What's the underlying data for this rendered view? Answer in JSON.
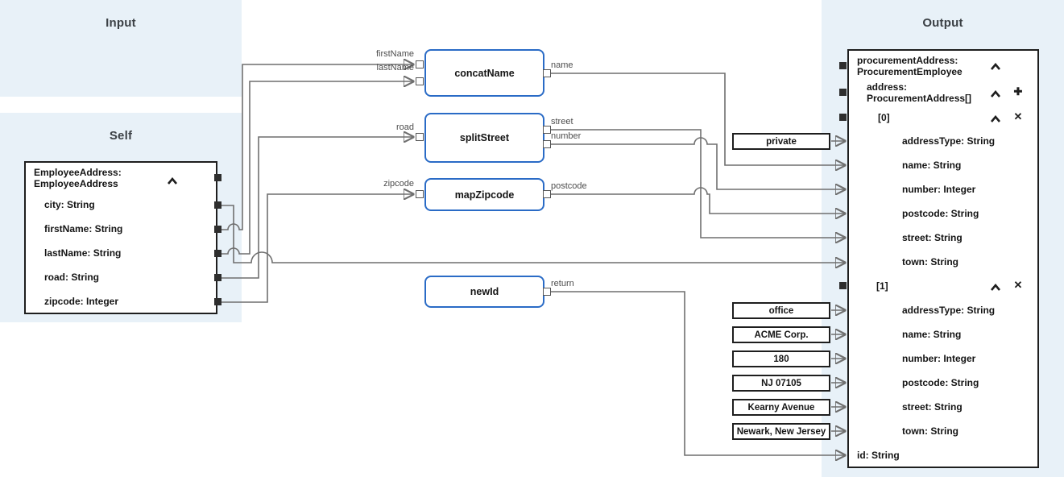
{
  "panels": {
    "input": {
      "title": "Input"
    },
    "self": {
      "title": "Self"
    },
    "output": {
      "title": "Output"
    }
  },
  "source": {
    "title_line1": "EmployeeAddress:",
    "title_line2": "EmployeeAddress",
    "fields": [
      "city: String",
      "firstName: String",
      "lastName: String",
      "road: String",
      "zipcode: Integer"
    ]
  },
  "functions": [
    {
      "name": "concatName",
      "inputs": [
        "firstName",
        "lastName"
      ],
      "outputs": [
        "name"
      ]
    },
    {
      "name": "splitStreet",
      "inputs": [
        "road"
      ],
      "outputs": [
        "street",
        "number"
      ]
    },
    {
      "name": "mapZipcode",
      "inputs": [
        "zipcode"
      ],
      "outputs": [
        "postcode"
      ]
    },
    {
      "name": "newId",
      "inputs": [],
      "outputs": [
        "return"
      ]
    }
  ],
  "constants": [
    "private",
    "office",
    "ACME Corp.",
    "180",
    "NJ 07105",
    "Kearny Avenue",
    "Newark, New Jersey"
  ],
  "output_tree": {
    "root_line1": "procurementAddress:",
    "root_line2": "ProcurementEmployee",
    "address_line1": "address:",
    "address_line2": "ProcurementAddress[]",
    "item0_label": "[0]",
    "item0_fields": [
      "addressType: String",
      "name: String",
      "number: Integer",
      "postcode: String",
      "street: String",
      "town: String"
    ],
    "item1_label": "[1]",
    "item1_fields": [
      "addressType: String",
      "name: String",
      "number: Integer",
      "postcode: String",
      "street: String",
      "town: String"
    ],
    "id_field": "id: String"
  },
  "icons": {
    "collapse": "chevron-up",
    "add": "plus",
    "delete": "x"
  },
  "colors": {
    "panel_bg": "#e8f1f8",
    "wire": "#6f6f6f",
    "function_border": "#2a6bc6",
    "node_border": "#1e1e1e",
    "arrow": "#3d3d3d"
  },
  "mappings": [
    {
      "source": "EmployeeAddress.firstName",
      "target": "concatName.firstName"
    },
    {
      "source": "EmployeeAddress.lastName",
      "target": "concatName.lastName"
    },
    {
      "source": "EmployeeAddress.road",
      "target": "splitStreet.road"
    },
    {
      "source": "EmployeeAddress.zipcode",
      "target": "mapZipcode.zipcode"
    },
    {
      "source": "EmployeeAddress.city",
      "target": "address[0].town"
    },
    {
      "source": "concatName.name",
      "target": "address[0].name"
    },
    {
      "source": "splitStreet.street",
      "target": "address[0].street"
    },
    {
      "source": "splitStreet.number",
      "target": "address[0].number"
    },
    {
      "source": "mapZipcode.postcode",
      "target": "address[0].postcode"
    },
    {
      "source": "newId.return",
      "target": "id"
    },
    {
      "source": "constant:private",
      "target": "address[0].addressType"
    },
    {
      "source": "constant:office",
      "target": "address[1].addressType"
    },
    {
      "source": "constant:ACME Corp.",
      "target": "address[1].name"
    },
    {
      "source": "constant:180",
      "target": "address[1].number"
    },
    {
      "source": "constant:NJ 07105",
      "target": "address[1].postcode"
    },
    {
      "source": "constant:Kearny Avenue",
      "target": "address[1].street"
    },
    {
      "source": "constant:Newark, New Jersey",
      "target": "address[1].town"
    }
  ]
}
